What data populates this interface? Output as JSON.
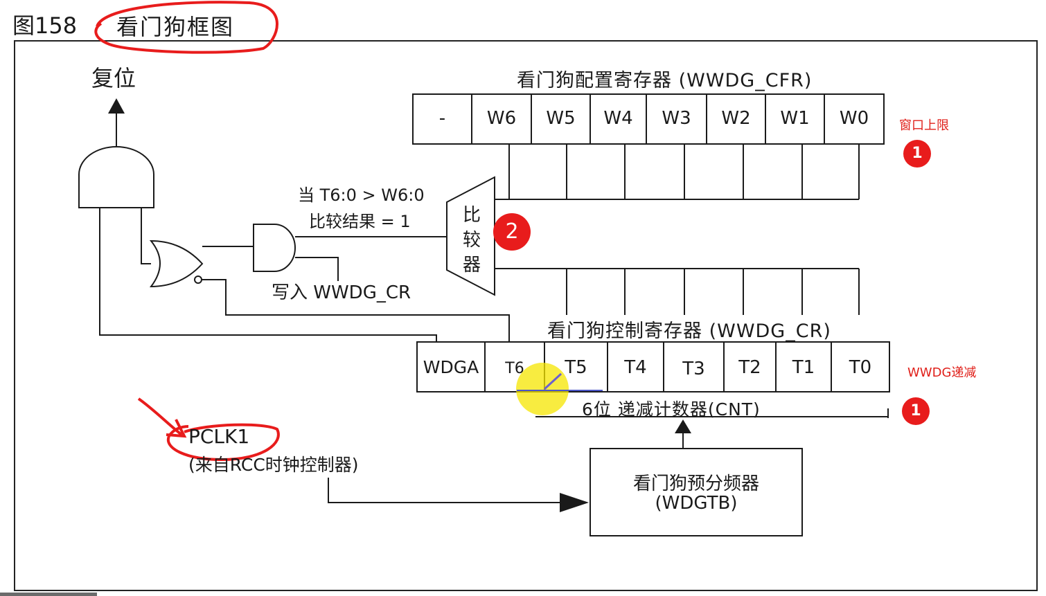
{
  "figure": {
    "number": "图158",
    "title": "看门狗框图"
  },
  "diagram": {
    "reset_label": "复位",
    "cfr_title": "看门狗配置寄存器 (WWDG_CFR)",
    "cfr_bits": [
      "-",
      "W6",
      "W5",
      "W4",
      "W3",
      "W2",
      "W1",
      "W0"
    ],
    "cr_title": "看门狗控制寄存器 (WWDG_CR)",
    "cr_bits": [
      "WDGA",
      "T6",
      "T5",
      "T4",
      "T3",
      "T2",
      "T1",
      "T0"
    ],
    "compare_condition_line1": "当 T6:0 > W6:0",
    "compare_condition_line2": "比较结果 = 1",
    "comparator_chars": [
      "比",
      "较",
      "器"
    ],
    "write_label": "写入 WWDG_CR",
    "counter_label": "6位 递减计数器(CNT)",
    "pclk_label": "PCLK1",
    "pclk_source": "(来自RCC时钟控制器)",
    "prescaler_line1": "看门狗预分频器",
    "prescaler_line2": "(WDGTB)"
  },
  "annotations": {
    "window_upper_limit": "窗口上限",
    "wwdg_decrement": "WWDG递减",
    "badge_cfr": "1",
    "badge_comparator": "2",
    "badge_counter": "1",
    "accent_red": "#e81c1c",
    "highlight_yellow": "#f5e600"
  }
}
